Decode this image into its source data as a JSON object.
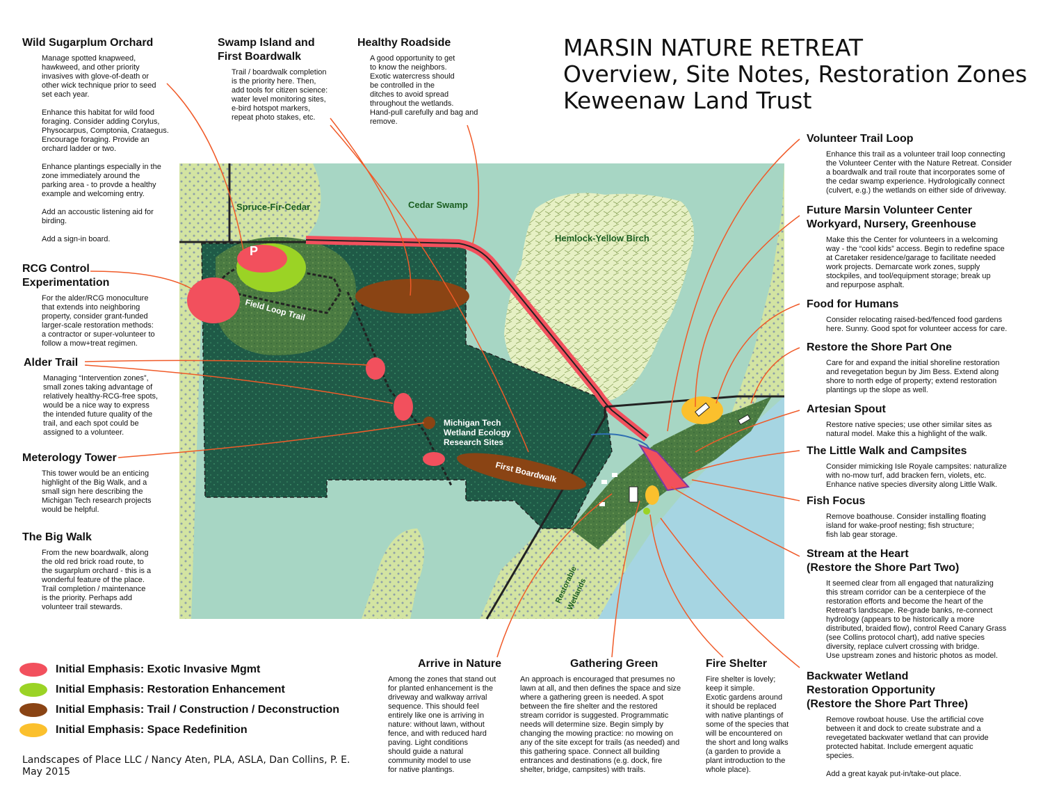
{
  "title": {
    "line1": "MARSIN NATURE RETREAT",
    "line2": "Overview, Site Notes, Restoration Zones",
    "line3": "Keweenaw Land Trust"
  },
  "map_labels": {
    "spruce": "Spruce-Fir-Cedar",
    "cedar": "Cedar Swamp",
    "hemlock": "Hemlock-Yellow Birch",
    "field_loop": "Field Loop Trail",
    "michigan_tech_1": "Michigan Tech",
    "michigan_tech_2": "Wetland Ecology",
    "michigan_tech_3": "Research Sites",
    "first_boardwalk": "First Boardwalk",
    "restorable_1": "Restorable",
    "restorable_2": "Wetlands",
    "parking": "P"
  },
  "notes_left": [
    {
      "title": [
        "Wild Sugarplum Orchard"
      ],
      "body": "Manage spotted knapweed,\nhawkweed, and other priority\ninvasives with glove-of-death or\nother wick technique prior to seed\nset each year.\n\nEnhance this habitat for wild food\nforaging. Consider adding Corylus,\nPhysocarpus, Comptonia, Crataegus.\nEncourage foraging. Provide an\norchard ladder or two.\n\nEnhance plantings especially in the\nzone immediately around the\nparking area - to provde a healthy\nexample and welcoming entry.\n\nAdd an accoustic listening aid for\nbirding.\n\nAdd a sign-in board."
    },
    {
      "title": [
        "RCG Control",
        "Experimentation"
      ],
      "body": "For the alder/RCG monoculture\nthat extends into neighboring\nproperty, consider grant-funded\nlarger-scale restoration methods:\na contractor or super-volunteer to\nfollow a mow+treat regimen."
    },
    {
      "title": [
        "Alder Trail"
      ],
      "body": "Managing “Intervention zones”,\nsmall zones taking advantage of\nrelatively healthy-RCG-free spots,\nwould be a nice way to express\nthe intended future quality of the\ntrail, and each spot could be\nassigned to a volunteer."
    },
    {
      "title": [
        "Meterology Tower"
      ],
      "body": "This tower would be an enticing\nhighlight of the Big Walk, and a\nsmall sign here describing the\nMichigan Tech research projects\nwould be helpful."
    },
    {
      "title": [
        "The Big Walk"
      ],
      "body": "From the new boardwalk, along\nthe old red brick road route, to\nthe sugarplum orchard - this is a\nwonderful feature of the place.\nTrail completion / maintenance\nis the priority. Perhaps add\nvolunteer trail stewards."
    }
  ],
  "notes_top": [
    {
      "title": [
        "Swamp Island and",
        "First Boardwalk"
      ],
      "body": "Trail / boardwalk completion\nis the priority here. Then,\nadd tools for citizen science:\nwater level monitoring sites,\ne-bird hotspot markers,\nrepeat photo stakes, etc."
    },
    {
      "title": [
        "Healthy Roadside"
      ],
      "body": "A good opportunity to get\nto know the neighbors.\nExotic watercress should\nbe controlled in the\nditches to avoid spread\nthroughout the wetlands.\nHand-pull carefully and bag and\nremove."
    }
  ],
  "notes_right": [
    {
      "title": [
        "Volunteer Trail Loop"
      ],
      "body": "Enhance this trail as a volunteer trail loop connecting\nthe Volunteer Center with the Nature Retreat. Consider\na boardwalk and trail route that incorporates some of\nthe cedar swamp experience. Hydrologically connect\n(culvert, e.g.) the wetlands on either side of driveway."
    },
    {
      "title": [
        "Future Marsin Volunteer Center",
        "Workyard, Nursery, Greenhouse"
      ],
      "body": "Make this the Center for volunteers in a welcoming\nway - the “cool kids” access. Begin to redefine space\nat Caretaker residence/garage to facilitate needed\nwork projects. Demarcate work zones, supply\nstockpiles, and tool/equipment storage; break up\nand repurpose asphalt."
    },
    {
      "title": [
        "Food for Humans"
      ],
      "body": "Consider relocating raised-bed/fenced food gardens\nhere. Sunny. Good spot for volunteer access for care."
    },
    {
      "title": [
        "Restore the Shore Part One"
      ],
      "body": "Care for and expand the initial shoreline restoration\nand revegetation begun by Jim Bess. Extend along\nshore to north edge of property; extend restoration\nplantings up the slope as well."
    },
    {
      "title": [
        "Artesian Spout"
      ],
      "body": "Restore native species; use other similar sites as\nnatural model. Make this a highlight of the walk."
    },
    {
      "title": [
        "The Little Walk and Campsites"
      ],
      "body": "Consider mimicking Isle Royale campsites: naturalize\nwith no-mow turf, add bracken fern, violets, etc.\nEnhance native species diversity along Little Walk."
    },
    {
      "title": [
        "Fish Focus"
      ],
      "body": "Remove boathouse. Consider installing floating\nisland for wake-proof nesting; fish structure;\nfish lab gear storage."
    },
    {
      "title": [
        "Stream at the Heart",
        "(Restore the Shore Part Two)"
      ],
      "body": "It seemed clear from all engaged that naturalizing\nthis stream corridor can be a centerpiece of the\nrestoration efforts and become the heart of the\nRetreat’s landscape. Re-grade banks, re-connect\nhydrology (appears to be historically a more\ndistributed, braided flow), control Reed Canary Grass\n(see Collins protocol chart), add native species\ndiversity, replace culvert crossing with bridge.\nUse upstream zones  and historic photos as model."
    },
    {
      "title": [
        "Backwater Wetland",
        "Restoration Opportunity",
        "(Restore the Shore Part Three)"
      ],
      "body": "Remove rowboat house. Use the artificial cove\nbetween it and dock to create substrate and a\nrevegetated backwater wetland that can provide\nprotected habitat. Include emergent aquatic\nspecies.\n\nAdd a great kayak put-in/take-out place."
    }
  ],
  "notes_bottom": [
    {
      "title": [
        "Arrive in Nature"
      ],
      "body": "Among the zones that stand out\nfor planted enhancement is the\ndriveway and walkway arrival\nsequence. This should feel\nentirely like one is arriving in\nnature: without lawn, without\nfence, and with reduced hard\npaving. Light conditions\nshould guide a natural\ncommunity model to use\nfor native plantings."
    },
    {
      "title": [
        "Gathering Green"
      ],
      "body": "An approach is encouraged that presumes no\nlawn at all, and then defines the space and size\nwhere a gathering green is needed. A spot\nbetween the fire shelter and the restored\nstream corridor is suggested. Programmatic\nneeds will determine size. Begin simply by\nchanging the mowing practice: no mowing on\nany of the site except for trails (as needed) and\nthis gathering space. Connect all building\nentrances and destinations (e.g. dock, fire\nshelter, bridge, campsites) with trails."
    },
    {
      "title": [
        "Fire Shelter"
      ],
      "body": "Fire shelter is lovely;\nkeep it simple.\nExotic gardens around\nit should be replaced\nwith native plantings of\nsome of the species that\nwill be encountered on\nthe short and long walks\n(a garden to provide a\nplant introduction to the\nwhole place)."
    }
  ],
  "legend": [
    {
      "label": "Initial Emphasis: Exotic Invasive Mgmt",
      "color": "#f2505d"
    },
    {
      "label": "Initial Emphasis: Restoration Enhancement",
      "color": "#9bd325"
    },
    {
      "label": "Initial Emphasis: Trail / Construction / Deconstruction",
      "color": "#8a4414"
    },
    {
      "label": "Initial Emphasis: Space Redefinition",
      "color": "#fbc02d"
    }
  ],
  "credit": {
    "line1": "Landscapes of Place LLC / Nancy Aten, PLA, ASLA, Dan Collins, P. E.",
    "line2": "May 2015"
  },
  "colors": {
    "wetland": "#a7d6c4",
    "upland": "#d3e4a2",
    "forest": "#1f5c48",
    "water": "#a6d5e2",
    "road": "#f2505d",
    "leader": "#f05a28"
  }
}
